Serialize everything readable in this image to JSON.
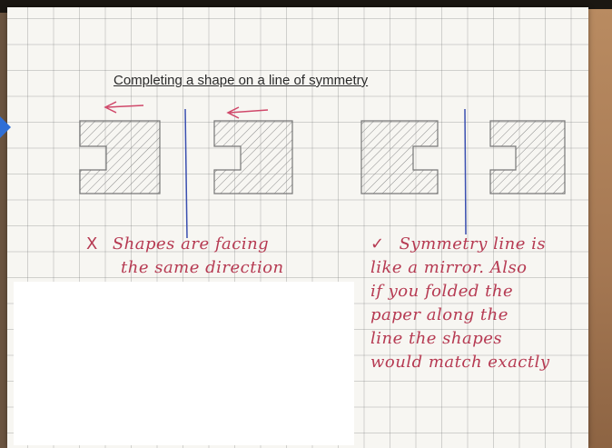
{
  "title": "Completing a shape on a line of symmetry",
  "notes": {
    "wrong": {
      "mark": "X",
      "lines": [
        "Shapes are facing",
        "the same direction"
      ]
    },
    "right": {
      "mark": "✓",
      "lines": [
        "Symmetry line is",
        "like a mirror. Also",
        "if you folded the",
        "paper along the",
        "line the shapes",
        "would match exactly"
      ]
    }
  },
  "colors": {
    "ink_red": "#b63a52",
    "ink_blue": "#3a4fb0",
    "pencil": "#7a7a7a",
    "arrow_red": "#d0486a",
    "paper": "#f7f6f2"
  },
  "icons": [
    "left-arrow-icon",
    "cross-mark-icon",
    "check-mark-icon"
  ]
}
